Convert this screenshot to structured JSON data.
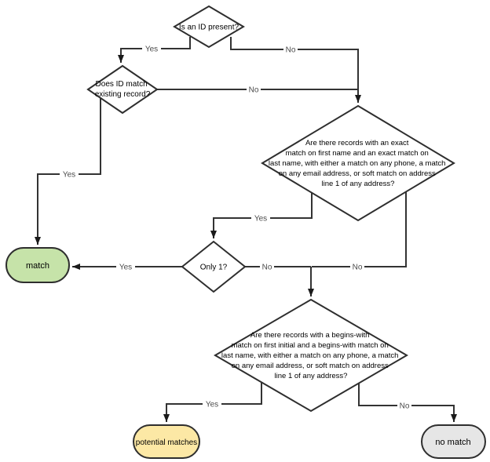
{
  "diagram": {
    "type": "flowchart",
    "background": "#ffffff",
    "line_color": "#333333",
    "nodes": {
      "start_decision": {
        "shape": "diamond",
        "label": "Is an ID present?",
        "fill": "#ffffff"
      },
      "id_match_decision": {
        "shape": "diamond",
        "lines": [
          "Does ID match",
          "existing record?"
        ],
        "fill": "#ffffff"
      },
      "exact_match_decision": {
        "shape": "diamond",
        "lines": [
          "Are there records with an exact",
          "match on first name and an exact match on",
          "last name, with either a match on any phone, a match",
          "on any email address, or soft match on address",
          "line 1 of any address?"
        ],
        "fill": "#ffffff"
      },
      "only_one_decision": {
        "shape": "diamond",
        "label": "Only 1?",
        "fill": "#ffffff"
      },
      "begins_with_decision": {
        "shape": "diamond",
        "lines": [
          "Are there records with a begins-with",
          "match on first initial and a begins-with match on",
          "last name, with either a match on any phone, a match",
          "on any email address, or soft match on address",
          "line 1 of any address?"
        ],
        "fill": "#ffffff"
      },
      "match_terminal": {
        "shape": "terminator",
        "label": "match",
        "fill": "#c6e3a9"
      },
      "potential_matches_terminal": {
        "shape": "terminator",
        "label": "potential matches",
        "fill": "#fce8a5"
      },
      "no_match_terminal": {
        "shape": "terminator",
        "label": "no match",
        "fill": "#e6e6e6"
      }
    },
    "edges": [
      {
        "from": "start_decision",
        "to": "id_match_decision",
        "label": "Yes"
      },
      {
        "from": "start_decision",
        "to": "exact_match_decision",
        "label": "No"
      },
      {
        "from": "id_match_decision",
        "to": "exact_match_decision",
        "label": "No"
      },
      {
        "from": "id_match_decision",
        "to": "match_terminal",
        "label": "Yes"
      },
      {
        "from": "exact_match_decision",
        "to": "only_one_decision",
        "label": "Yes"
      },
      {
        "from": "exact_match_decision",
        "to": "begins_with_decision",
        "label": "No"
      },
      {
        "from": "only_one_decision",
        "to": "match_terminal",
        "label": "Yes"
      },
      {
        "from": "only_one_decision",
        "to": "begins_with_decision",
        "label": "No"
      },
      {
        "from": "begins_with_decision",
        "to": "potential_matches_terminal",
        "label": "Yes"
      },
      {
        "from": "begins_with_decision",
        "to": "no_match_terminal",
        "label": "No"
      }
    ]
  }
}
